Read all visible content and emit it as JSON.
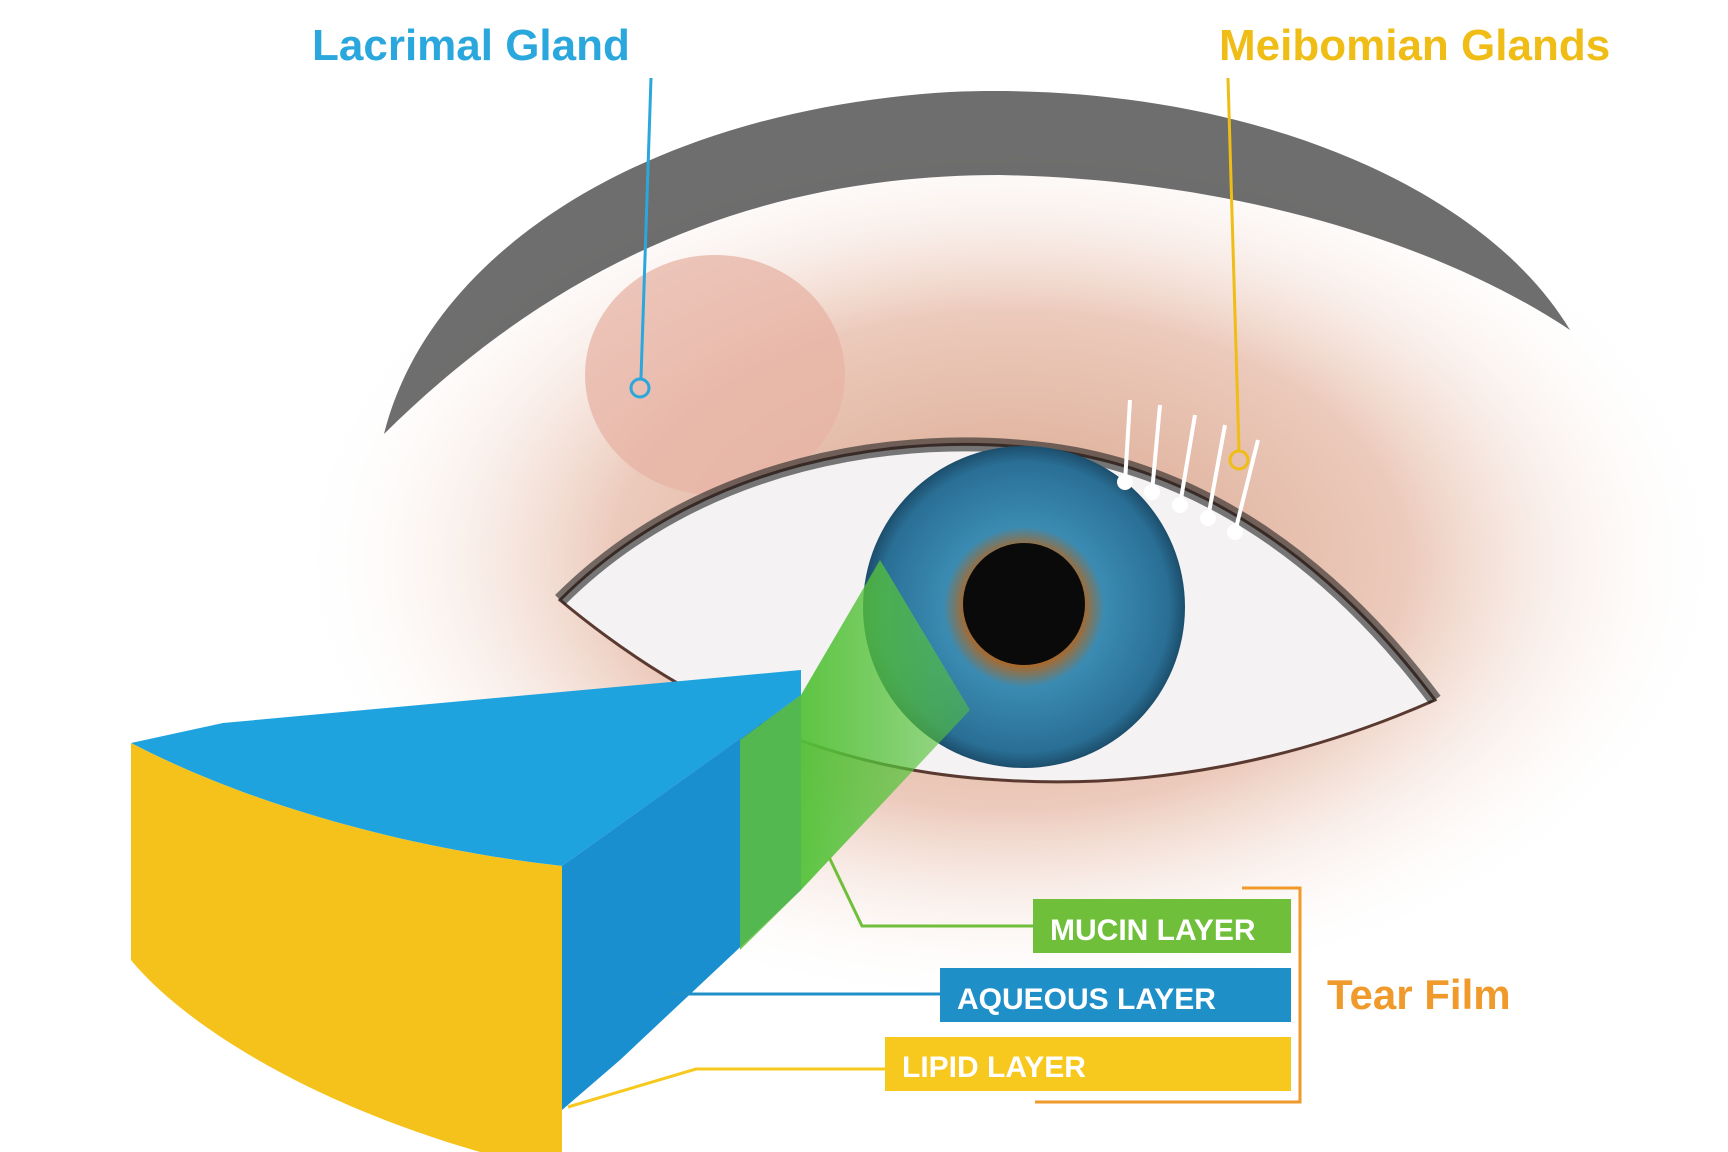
{
  "labels": {
    "lacrimal_gland": "Lacrimal Gland",
    "meibomian_glands": "Meibomian Glands",
    "tear_film": "Tear Film"
  },
  "layers": [
    {
      "label": "MUCIN LAYER",
      "color": "#6fbf3a"
    },
    {
      "label": "AQUEOUS LAYER",
      "color": "#1f8fc8"
    },
    {
      "label": "LIPID LAYER",
      "color": "#f7c81e"
    }
  ],
  "colors": {
    "lacrimal": "#2aa7dc",
    "meibomian": "#efbd16",
    "tear_film": "#ef9a2a",
    "iris": "#2f7fa6"
  }
}
